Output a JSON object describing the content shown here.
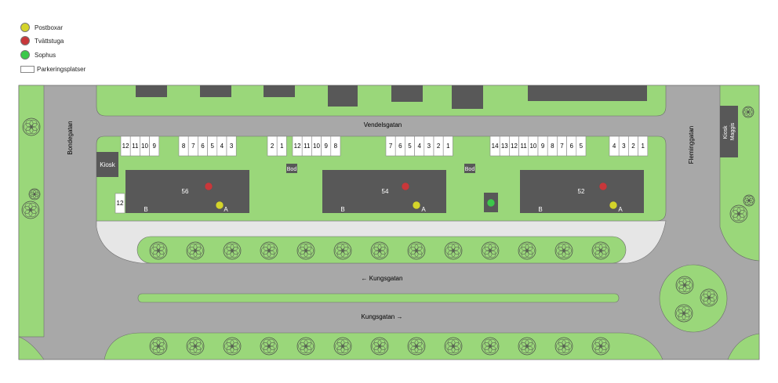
{
  "legend": {
    "items": [
      {
        "label": "Postboxar",
        "color": "#d4d42a",
        "shape": "circle"
      },
      {
        "label": "Tvättstuga",
        "color": "#c8373a",
        "shape": "circle"
      },
      {
        "label": "Sophus",
        "color": "#3cc84a",
        "shape": "circle"
      },
      {
        "label": "Parkeringsplatser",
        "color": "#ffffff",
        "shape": "rect"
      }
    ]
  },
  "streets": {
    "vendelsgatan": "Vendelsgatan",
    "bondegatan": "Bondegatan",
    "fleminggatan": "Fleminggatan",
    "kungsgatan_west": "← Kungsgatan",
    "kungsgatan_east": "Kungsgatan →"
  },
  "kiosks": {
    "west": "Kiosk",
    "east_line1": "Kiosk",
    "east_line2": "Maggis"
  },
  "buildings": [
    {
      "number": "56",
      "entrance_b": "B",
      "entrance_a": "A"
    },
    {
      "number": "54",
      "entrance_b": "B",
      "entrance_a": "A"
    },
    {
      "number": "52",
      "entrance_b": "B",
      "entrance_a": "A"
    }
  ],
  "sheds": [
    "Bod",
    "Bod"
  ],
  "parking_groups": [
    [
      "12",
      "11",
      "10",
      "9"
    ],
    [
      "8",
      "7",
      "6",
      "5",
      "4",
      "3"
    ],
    [
      "2",
      "1"
    ],
    [
      "12",
      "11",
      "10",
      "9",
      "8"
    ],
    [
      "7",
      "6",
      "5",
      "4",
      "3",
      "2",
      "1"
    ],
    [
      "14",
      "13",
      "12",
      "11",
      "10",
      "9",
      "8",
      "7",
      "6",
      "5"
    ],
    [
      "4",
      "3",
      "2",
      "1"
    ]
  ],
  "side_parking": "12",
  "colors": {
    "grass": "#9ad77a",
    "road": "#a8a8a8",
    "building": "#585858",
    "walkway": "#e6e6e6",
    "outline": "#6d6d6d"
  }
}
